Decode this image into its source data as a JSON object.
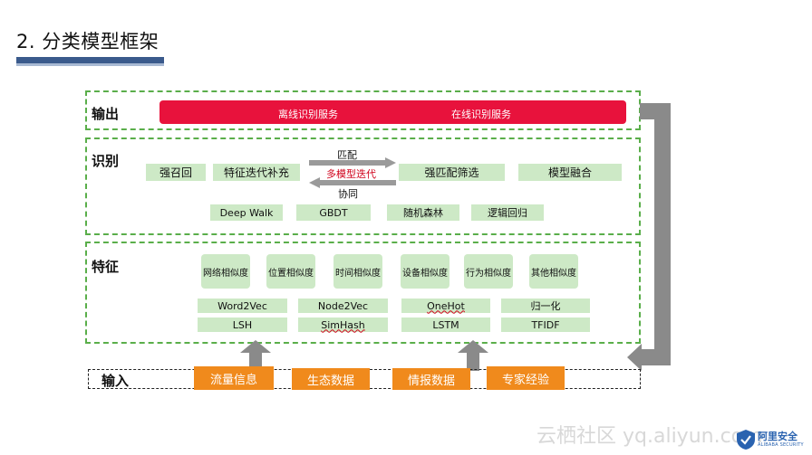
{
  "title": "2. 分类模型框架",
  "sections": {
    "output": {
      "label": "输出",
      "services": [
        "离线识别服务",
        "在线识别服务"
      ]
    },
    "recognition": {
      "label": "识别",
      "stage1": [
        "强召回",
        "特征迭代补充"
      ],
      "arrow_top": "匹配",
      "arrow_mid": "多模型迭代",
      "arrow_bottom": "协同",
      "stage2": [
        "强匹配筛选",
        "模型融合"
      ],
      "algorithms": [
        "Deep Walk",
        "GBDT",
        "随机森林",
        "逻辑回归"
      ]
    },
    "feature": {
      "label": "特征",
      "similarities": [
        "网络相似度",
        "位置相似度",
        "时间相似度",
        "设备相似度",
        "行为相似度",
        "其他相似度"
      ],
      "methods_row1": [
        "Word2Vec",
        "Node2Vec",
        "OneHot",
        "归一化"
      ],
      "methods_row2": [
        "LSH",
        "SimHash",
        "LSTM",
        "TFIDF"
      ]
    },
    "input": {
      "label": "输入",
      "sources": [
        "流量信息",
        "生态数据",
        "情报数据",
        "专家经验"
      ]
    }
  },
  "watermark": "云栖社区 yq.aliyun.com",
  "logo": {
    "name": "阿里安全",
    "sub": "ALIBABA SECURITY"
  },
  "colors": {
    "accent_red": "#e8123c",
    "green_fill": "#cde9c6",
    "dash_green": "#5aae4a",
    "orange": "#f08a1c",
    "arrow_gray": "#8a8a8a"
  }
}
